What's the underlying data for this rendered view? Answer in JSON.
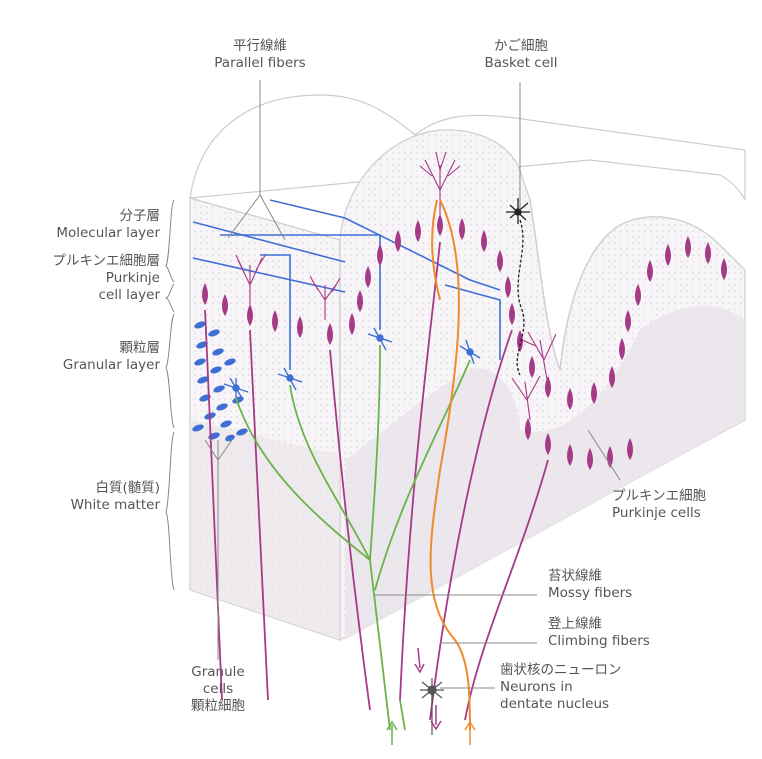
{
  "labels": {
    "parallel_fibers": {
      "ja": "平行線維",
      "en": "Parallel fibers"
    },
    "basket_cell": {
      "ja": "かご細胞",
      "en": "Basket cell"
    },
    "molecular_layer": {
      "ja": "分子層",
      "en": "Molecular layer"
    },
    "purkinje_layer": {
      "ja": "プルキンエ細胞層",
      "en1": "Purkinje",
      "en2": "cell layer"
    },
    "granular_layer": {
      "ja": "顆粒層",
      "en": "Granular layer"
    },
    "white_matter": {
      "ja": "白質(髄質)",
      "en": "White matter"
    },
    "purkinje_cells": {
      "ja": "プルキンエ細胞",
      "en": "Purkinje cells"
    },
    "mossy_fibers": {
      "ja": "苔状線維",
      "en": "Mossy fibers"
    },
    "climbing_fibers": {
      "ja": "登上線維",
      "en": "Climbing fibers"
    },
    "dentate_neurons": {
      "ja": "歯状核のニューロン",
      "en1": "Neurons in",
      "en2": "dentate nucleus"
    },
    "granule_cells": {
      "en1": "Granule",
      "en2": "cells",
      "ja": "顆粒細胞"
    }
  },
  "colors": {
    "parallel_fiber": "#3f6fd6",
    "purkinje": "#a53a86",
    "mossy_fiber": "#6bb34a",
    "climbing_fiber": "#f08a2c",
    "basket": "#222222",
    "block_shadow": "#e9e6ea",
    "leader": "#888888"
  }
}
